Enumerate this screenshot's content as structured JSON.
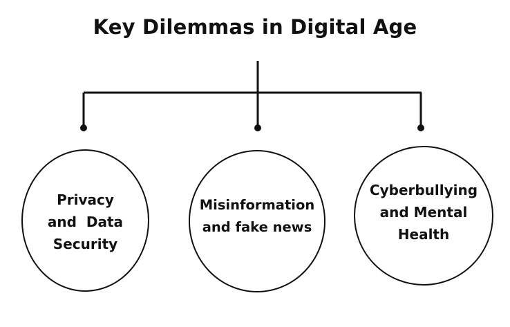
{
  "diagram": {
    "title": "Key Dilemmas in Digital Age",
    "nodes": [
      {
        "label": "Privacy\nand  Data\nSecurity"
      },
      {
        "label": "Misinformation\nand fake news"
      },
      {
        "label": "Cyberbullying\nand Mental\nHealth"
      }
    ],
    "colors": {
      "stroke": "#111111",
      "background": "#ffffff"
    }
  }
}
